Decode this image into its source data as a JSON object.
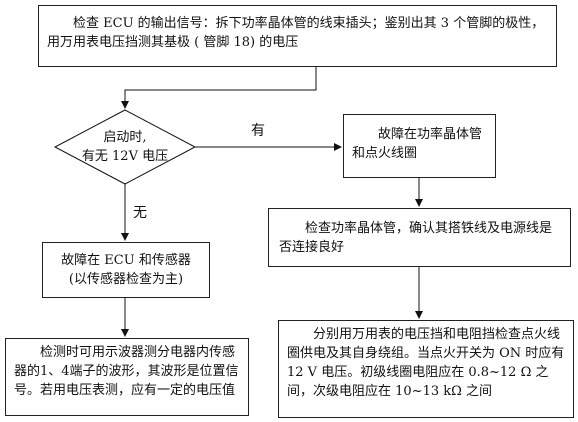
{
  "nodes": {
    "check_ecu": "检查 ECU 的输出信号：拆下功率晶体管的线束插头；鉴别出其 3 个管脚的极性，用万用表电压挡测其基极 ( 管脚 18) 的电压",
    "decision_line1": "启动时,",
    "decision_line2": "有无 12V 电压",
    "fault_transistor_coil": "故障在功率晶体管和点火线圈",
    "check_transistor": "检查功率晶体管，确认其搭铁线及电源线是否连接良好",
    "fault_ecu_sensor_line1": "故障在 ECU 和传感器",
    "fault_ecu_sensor_line2": "(以传感器检查为主)",
    "oscilloscope_check": "检测时可用示波器测分电器内传感器的1、4端子的波形，其波形是位置信号。若用电压表测，应有一定的电压值",
    "coil_check": "分别用万用表的电压挡和电阻挡检查点火线圈供电及其自身绕组。当点火开关为 ON 时应有 12 V 电压。初级线圈电阻应在 0.8~12 Ω 之间，次级电阻应在 10~13 kΩ 之间"
  },
  "edges": {
    "yes_label": "有",
    "no_label": "无"
  }
}
